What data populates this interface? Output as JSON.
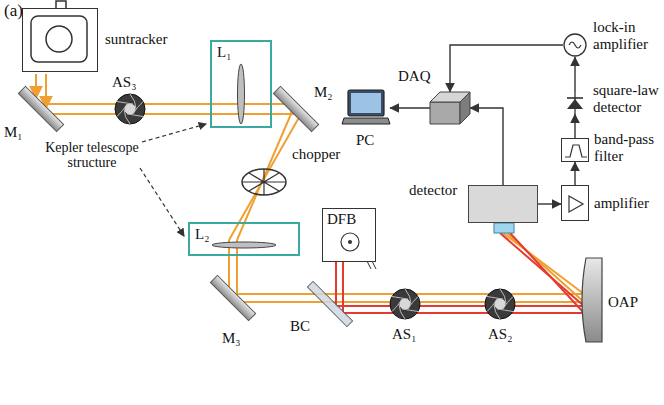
{
  "diagram": {
    "nodes": [
      {
        "text": [
          "suntracker"
        ]
      },
      {
        "text": [
          "L₁"
        ]
      },
      {
        "text": [
          "L₂"
        ]
      },
      {
        "text": [
          "DFB"
        ]
      },
      {
        "text": [
          "PC"
        ]
      },
      {
        "text": [
          "DAQ"
        ]
      },
      {
        "text": [
          "lock-in amplifier"
        ]
      },
      {
        "text": [
          "square-law detector"
        ]
      },
      {
        "text": [
          "band-pass filter"
        ]
      },
      {
        "text": [
          "amplifier"
        ]
      },
      {
        "text": [
          "detector"
        ]
      }
    ],
    "edges": [
      {
        "from": 10,
        "to": 9,
        "arrow": "to"
      },
      {
        "from": 9,
        "to": 8,
        "arrow": "to"
      },
      {
        "from": 8,
        "to": 7,
        "arrow": "to"
      },
      {
        "from": 7,
        "to": 6,
        "arrow": "to"
      },
      {
        "from": 6,
        "to": 5,
        "arrow": "to"
      },
      {
        "from": 10,
        "to": 5,
        "arrow": "to"
      },
      {
        "from": 5,
        "to": 4,
        "arrow": "to"
      }
    ],
    "labels": [
      "(a)",
      "M₁",
      "AS₃",
      "Kepler telescope structure",
      "M₂",
      "chopper",
      "M₃",
      "BC",
      "AS₁",
      "AS₂",
      "OAP"
    ]
  }
}
